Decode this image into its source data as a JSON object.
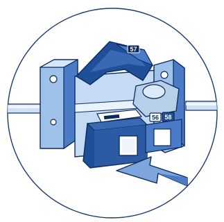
{
  "labels": {
    "cartridge_slot_top": "57",
    "cartridge_slot_left": "56",
    "cartridge_slot_right": "58"
  },
  "colors": {
    "outline": "#0b2a5a",
    "dark_blue": "#1f4f99",
    "mid_blue": "#4b7bc6",
    "light_blue": "#9fc2ea",
    "pale_blue": "#d6e7f8",
    "arrow_fill": "#7da6dc"
  }
}
